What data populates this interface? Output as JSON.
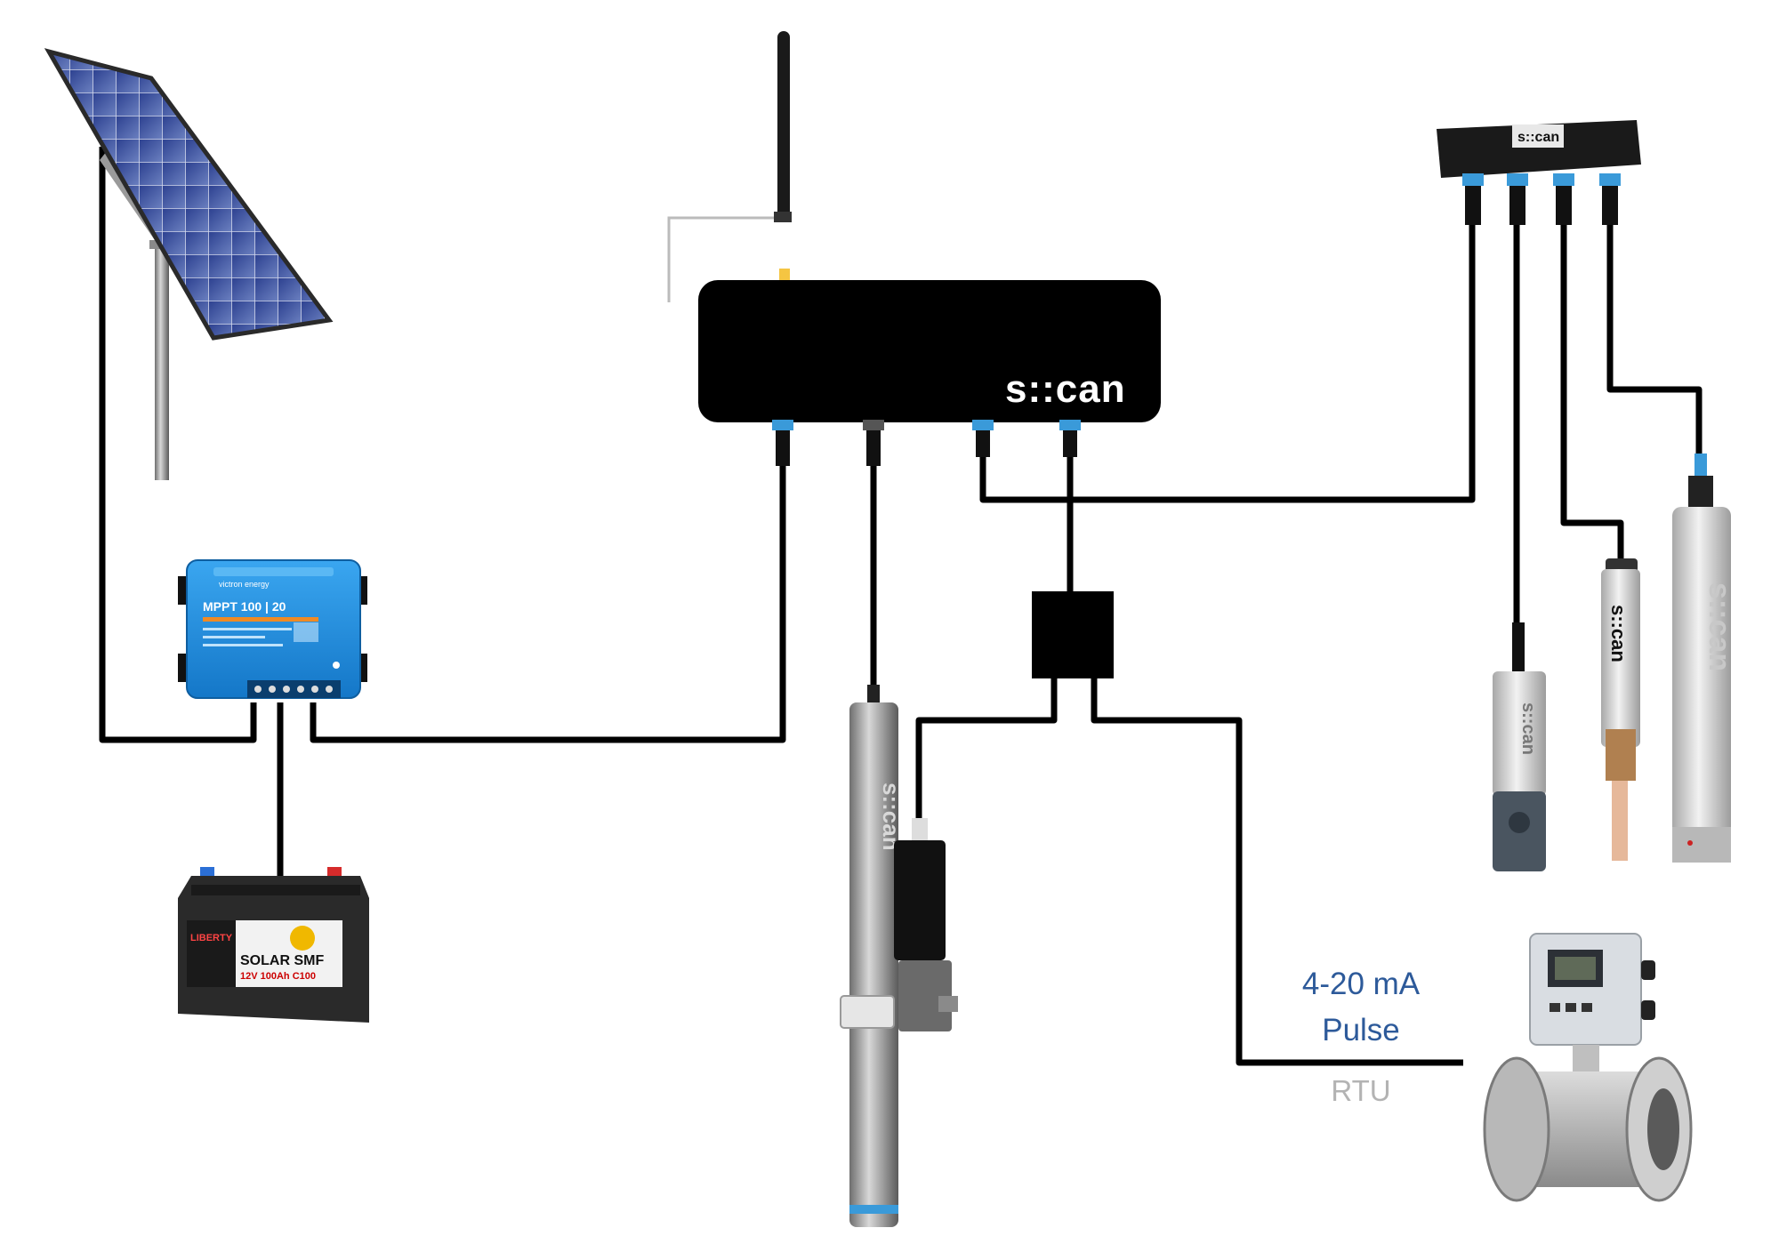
{
  "controller": {
    "brand": "s::can"
  },
  "junction_box": {
    "brand": "s::can"
  },
  "charge_controller": {
    "brand": "victron energy",
    "model": "MPPT 100 | 20"
  },
  "battery": {
    "brand": "LIBERTY",
    "label": "SOLAR SMF",
    "spec": "12V 100Ah C100"
  },
  "probes": {
    "spectro_brand": "s::can",
    "ise_brand": "s::can",
    "cond_brand": "s::can",
    "tall_brand": "s::can"
  },
  "signals": {
    "analog": "4-20 mA",
    "pulse": "Pulse",
    "rtu": "RTU"
  },
  "colors": {
    "wire": "#000000",
    "connector": "#3a9ad9",
    "signal_text": "#2d5a9a",
    "rtu_text": "#b3b3b3",
    "charger_blue": "#1e8fe0"
  }
}
